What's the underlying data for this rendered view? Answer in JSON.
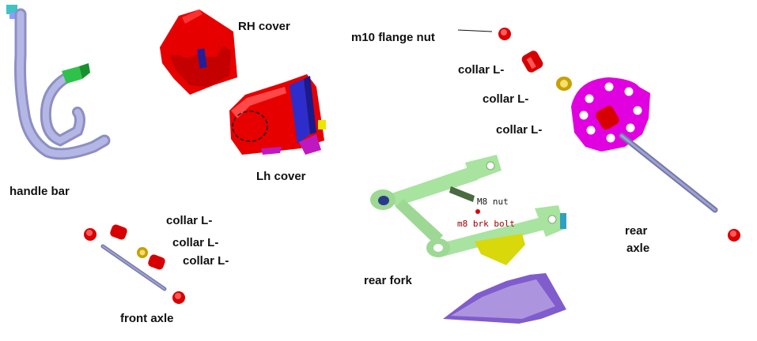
{
  "labels": {
    "rh_cover": "RH cover",
    "lh_cover": "Lh cover",
    "handle_bar": "handle bar",
    "m10_flange_nut": "m10 flange nut",
    "collar_1": "collar L-",
    "collar_2": "collar L-",
    "collar_3": "collar L-",
    "collar_4": "collar L-",
    "collar_5": "collar L-",
    "collar_6": "collar L-",
    "front_axle": "front axle",
    "rear_fork": "rear fork",
    "rear_axle_1": "rear",
    "rear_axle_2": "axle",
    "m8_nut": "M8 nut",
    "m8_brk_bolt": "m8 brk bolt"
  },
  "colors": {
    "part_red": "#ee0000",
    "handle_bar": "#a6a8d9",
    "rear_fork": "#a8e3a0",
    "sprocket": "#e000e0",
    "axle_rod": "#9095c8",
    "purple_sheet": "#6a3fc4"
  }
}
